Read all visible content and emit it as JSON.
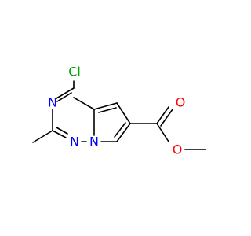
{
  "molecule": {
    "atoms": {
      "cl": {
        "symbol": "Cl",
        "color": "#00a000"
      },
      "n_upper": {
        "symbol": "N",
        "color": "#0000ff"
      },
      "n_lower_left": {
        "symbol": "N",
        "color": "#0000ff"
      },
      "n_bridge": {
        "symbol": "N",
        "color": "#0000ff"
      },
      "o_carbonyl": {
        "symbol": "O",
        "color": "#ff0000"
      },
      "o_ester": {
        "symbol": "O",
        "color": "#ff0000"
      }
    },
    "bond_color": "#000000"
  }
}
